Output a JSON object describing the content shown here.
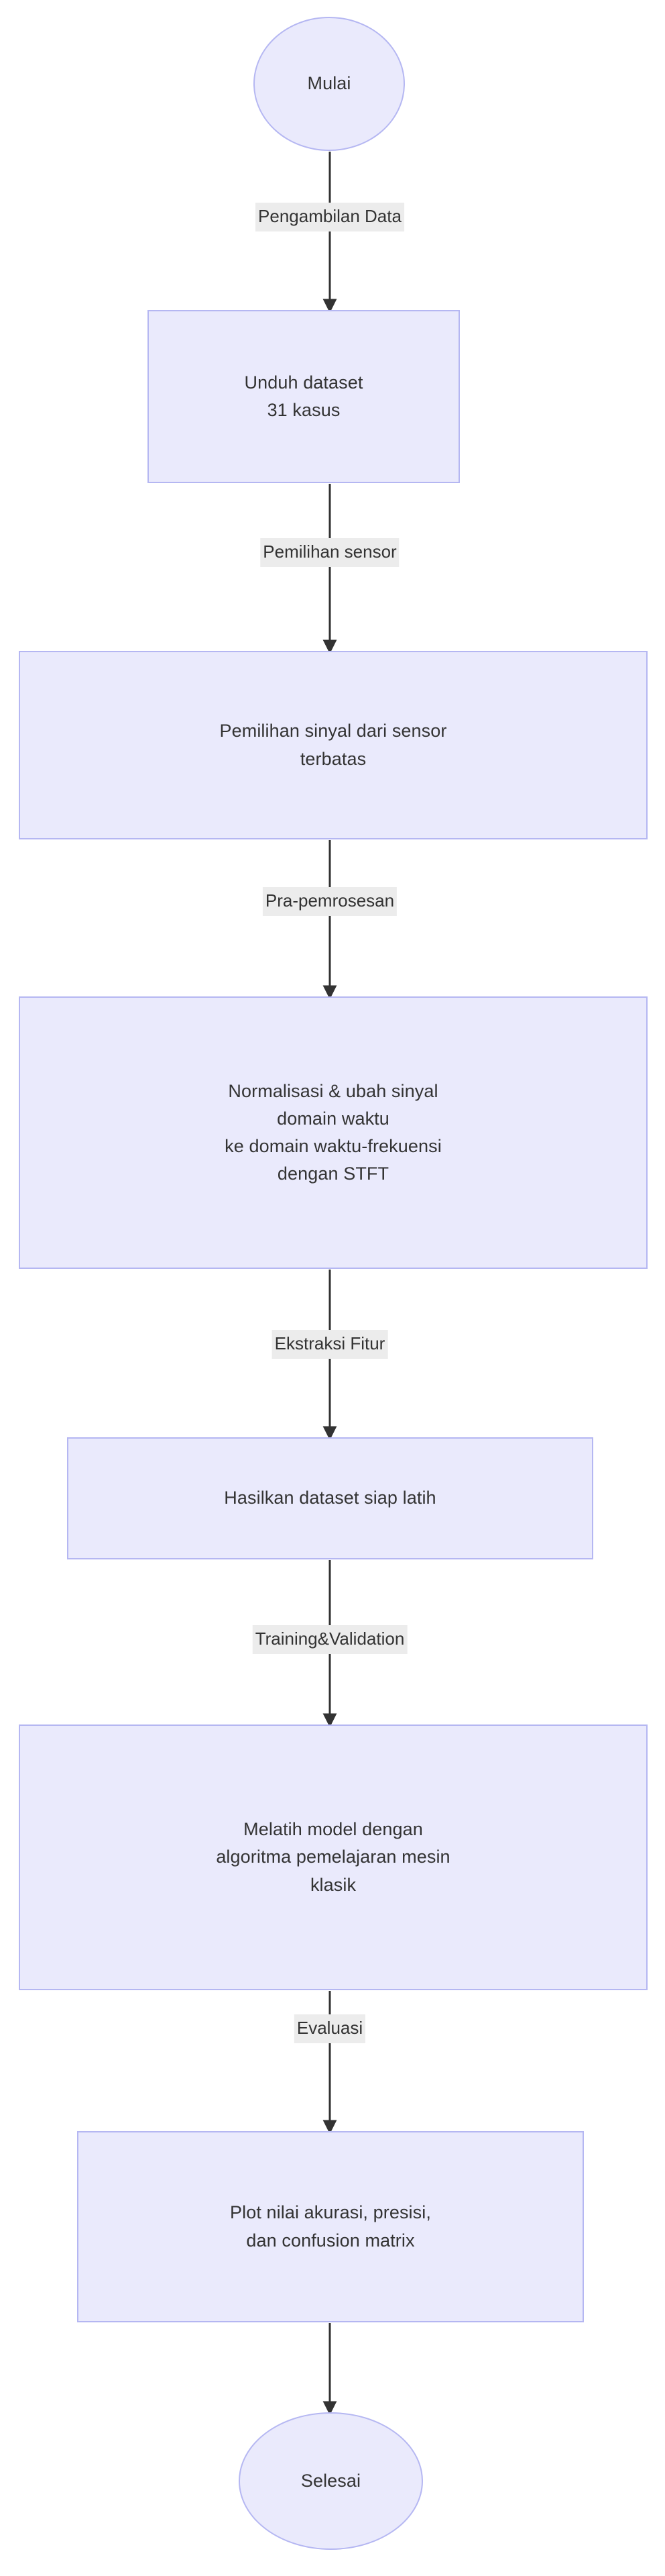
{
  "diagram": {
    "type": "flowchart",
    "orientation": "top-to-bottom",
    "language": "Indonesian",
    "colors": {
      "node_fill": "#eaeafc",
      "node_border": "#b5b7f2",
      "node_text": "#333333",
      "edge_line": "#333333",
      "edge_label_background": "#ececec",
      "canvas_background": "#ffffff"
    }
  },
  "nodes": [
    {
      "id": "start",
      "shape": "ellipse",
      "role": "terminator-start",
      "lines": [
        "Mulai"
      ]
    },
    {
      "id": "download",
      "shape": "rectangle",
      "role": "process",
      "lines": [
        "Unduh dataset",
        "31 kasus"
      ]
    },
    {
      "id": "select",
      "shape": "rectangle",
      "role": "process",
      "lines": [
        "Pemilihan sinyal dari sensor",
        "terbatas"
      ]
    },
    {
      "id": "preprocess",
      "shape": "rectangle",
      "role": "process",
      "lines": [
        "Normalisasi & ubah sinyal",
        "domain waktu",
        "ke domain waktu-frekuensi",
        "dengan STFT"
      ]
    },
    {
      "id": "dataset",
      "shape": "rectangle",
      "role": "process",
      "lines": [
        "Hasilkan dataset siap latih"
      ]
    },
    {
      "id": "train",
      "shape": "rectangle",
      "role": "process",
      "lines": [
        "Melatih model dengan",
        "algoritma pemelajaran mesin",
        "klasik"
      ]
    },
    {
      "id": "plot",
      "shape": "rectangle",
      "role": "process",
      "lines": [
        "Plot nilai akurasi, presisi,",
        "dan confusion matrix"
      ]
    },
    {
      "id": "end",
      "shape": "ellipse",
      "role": "terminator-end",
      "lines": [
        "Selesai"
      ]
    }
  ],
  "edges": [
    {
      "from": "start",
      "to": "download",
      "label": "Pengambilan Data"
    },
    {
      "from": "download",
      "to": "select",
      "label": "Pemilihan sensor"
    },
    {
      "from": "select",
      "to": "preprocess",
      "label": "Pra-pemrosesan"
    },
    {
      "from": "preprocess",
      "to": "dataset",
      "label": "Ekstraksi Fitur"
    },
    {
      "from": "dataset",
      "to": "train",
      "label": "Training&Validation"
    },
    {
      "from": "train",
      "to": "plot",
      "label": "Evaluasi"
    },
    {
      "from": "plot",
      "to": "end",
      "label": ""
    }
  ]
}
